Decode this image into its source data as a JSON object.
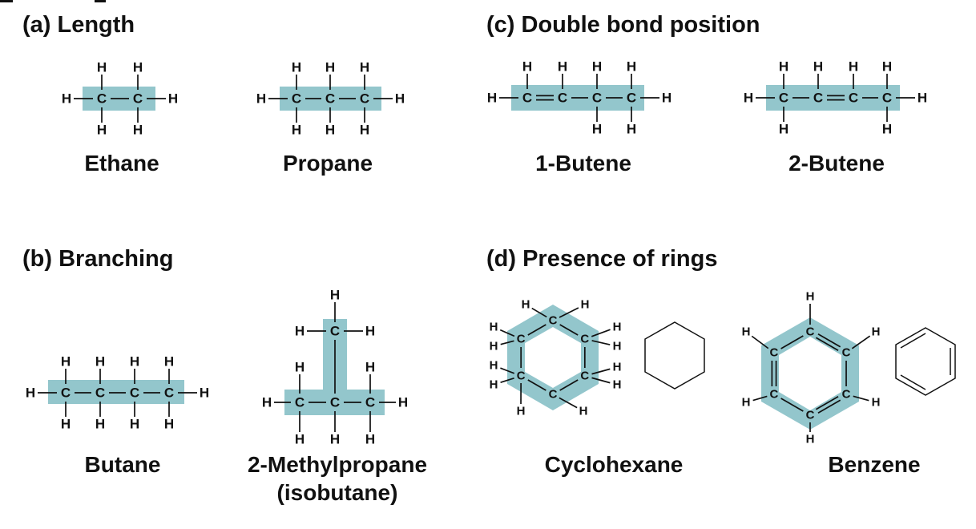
{
  "panels": {
    "a": {
      "heading": "(a) Length",
      "molecules": [
        "Ethane",
        "Propane"
      ]
    },
    "b": {
      "heading": "(b) Branching",
      "molecules": [
        "Butane",
        "2-Methylpropane",
        "(isobutane)"
      ]
    },
    "c": {
      "heading": "(c) Double bond position",
      "molecules": [
        "1-Butene",
        "2-Butene"
      ]
    },
    "d": {
      "heading": "(d) Presence of rings",
      "molecules": [
        "Cyclohexane",
        "Benzene"
      ]
    }
  },
  "atoms": {
    "carbon": "C",
    "hydrogen": "H"
  },
  "colors": {
    "highlight": "#93c6cc",
    "ink": "#111111",
    "background": "#ffffff"
  }
}
